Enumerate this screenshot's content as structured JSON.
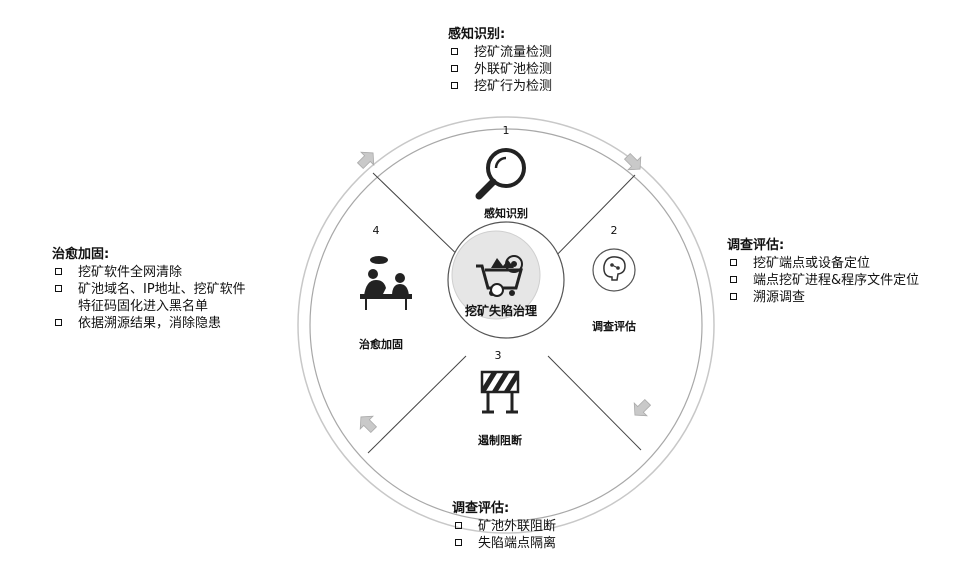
{
  "center": {
    "label": "挖矿失陷治理"
  },
  "stages": [
    {
      "number": "1",
      "label": "感知识别"
    },
    {
      "number": "2",
      "label": "调查评估"
    },
    {
      "number": "3",
      "label": "遏制阻断"
    },
    {
      "number": "4",
      "label": "治愈加固"
    }
  ],
  "panels": {
    "top": {
      "title": "感知识别:",
      "items": [
        "挖矿流量检测",
        "外联矿池检测",
        "挖矿行为检测"
      ]
    },
    "right": {
      "title": "调查评估:",
      "items": [
        "挖矿端点或设备定位",
        "端点挖矿进程&程序文件定位",
        "溯源调查"
      ]
    },
    "bottom": {
      "title": "调查评估:",
      "items": [
        "矿池外联阻断",
        "失陷端点隔离"
      ]
    },
    "left": {
      "title": "治愈加固:",
      "items": [
        "挖矿软件全网清除",
        "矿池域名、IP地址、挖矿软件\n特征码固化进入黑名单",
        "依据溯源结果，消除隐患"
      ]
    }
  },
  "icons": [
    "magnifier-icon",
    "brain-chip-icon",
    "barrier-icon",
    "surgery-icon",
    "mining-cart-icon",
    "flow-arrow-icon"
  ],
  "colors": {
    "outer_ring": "#c8c8c8",
    "inner_ring": "#9a9a9a",
    "arrow": "#c9c9c9",
    "center_fill": "#e6e6e6"
  }
}
